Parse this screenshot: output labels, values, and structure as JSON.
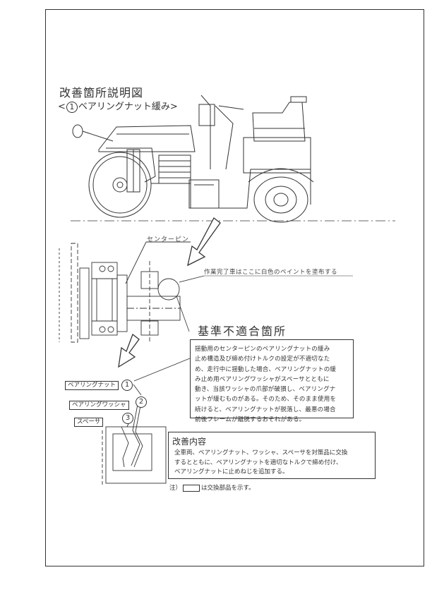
{
  "header": {
    "title": "改善箇所説明図",
    "subtitle_prefix": "<",
    "subtitle_num": "1",
    "subtitle_text": "ベアリングナット緩み",
    "subtitle_suffix": ">"
  },
  "callouts": {
    "center_pin": "センターピン",
    "paint_note": "作業完了車はここに白色のペイントを塗布する"
  },
  "nonconformity": {
    "title": "基準不適合箇所",
    "lines": [
      "揺動用のセンターピンのベアリングナットの緩み",
      "止め構造及び締め付けトルクの設定が不適切なた",
      "め、走行中に揺動した場合、ベアリングナットの緩",
      "み止め用ベアリングワッシャがスペーサとともに",
      "動き、当該ワッシャの爪部が破損し、ベアリングナ",
      "ットが緩むものがある。そのため、そのまま使用を",
      "続けると、ベアリングナットが脱落し、最悪の場合",
      "前後フレームが離脱するおそれがある。"
    ]
  },
  "parts": [
    {
      "num": "1",
      "label": "ベアリングナット"
    },
    {
      "num": "2",
      "label": "ベアリングワッシャ"
    },
    {
      "num": "3",
      "label": "スペーサ"
    }
  ],
  "improvement": {
    "title": "改善内容",
    "lines": [
      "全車両、ベアリングナット、ワッシャ、スペーサを対策品に交換",
      "するとともに、ベアリングナットを適切なトルクで締め付け、",
      "ベアリングナットに止めねじを追加する。"
    ]
  },
  "note": {
    "prefix": "注）",
    "suffix": "は交換部品を示す。"
  }
}
